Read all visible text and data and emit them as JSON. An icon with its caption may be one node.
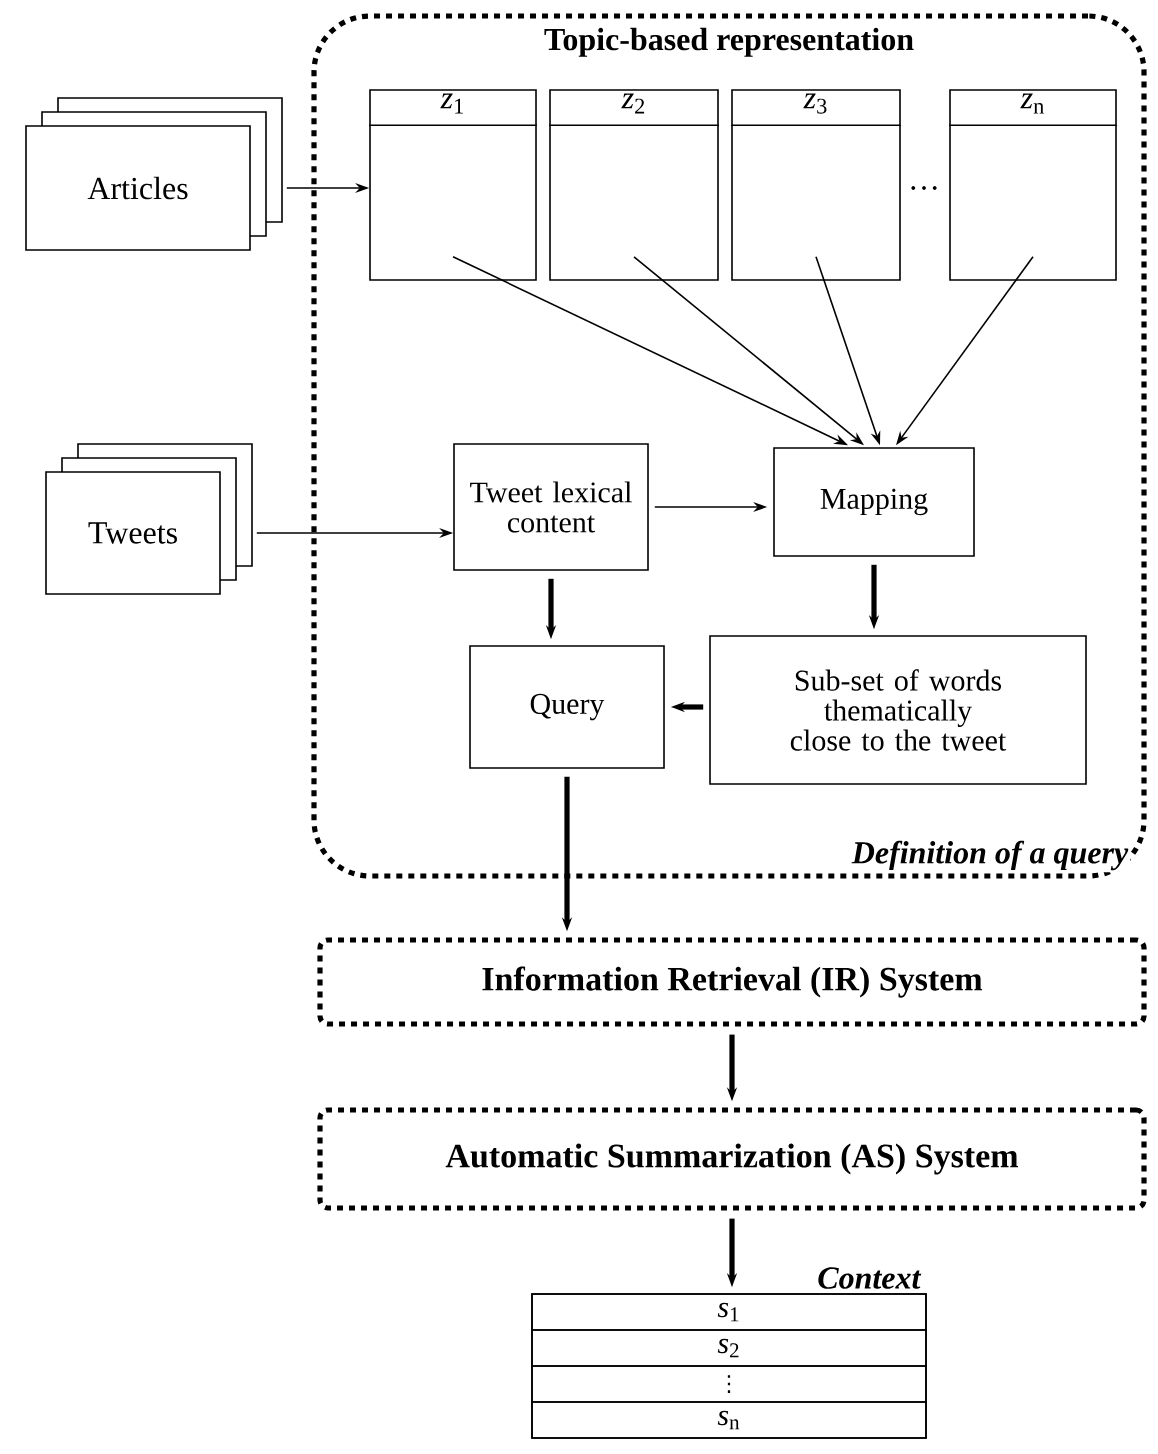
{
  "diagram": {
    "nodes": [
      {
        "text": [
          "Topic-based representation",
          "Definition of a query"
        ]
      },
      {
        "text": [
          "Articles"
        ]
      },
      {
        "text": [
          "*z*$_{1}$"
        ],
        "in": 0
      },
      {
        "text": [
          "*z*$_{2}$"
        ],
        "in": 0
      },
      {
        "text": [
          "*z*$_{3}$"
        ],
        "in": 0
      },
      {
        "text": [
          "*z*$_{n}$"
        ],
        "in": 0
      },
      {
        "text": [
          "Tweets"
        ]
      },
      {
        "text": [
          "Tweet lexical content"
        ],
        "in": 0
      },
      {
        "text": [
          "Mapping"
        ],
        "in": 0
      },
      {
        "text": [
          "Query"
        ],
        "in": 0
      },
      {
        "text": [
          "Sub-set of words thematically close to the tweet"
        ],
        "in": 0
      },
      {
        "text": [
          "Information Retrieval (IR) System"
        ]
      },
      {
        "text": [
          "Automatic Summarization (AS) System"
        ]
      },
      {
        "text": [
          "Context"
        ]
      },
      {
        "text": [
          "*s*$_{1}$"
        ],
        "in": 13
      },
      {
        "text": [
          "*s*$_{2}$"
        ],
        "in": 13
      },
      {
        "text": [
          "⋮"
        ],
        "in": 13
      },
      {
        "text": [
          "*s*$_{n}$"
        ],
        "in": 13
      }
    ],
    "edges": [
      {
        "from": 1,
        "to": 2,
        "arrow": "to"
      },
      {
        "from": 2,
        "to": 8,
        "arrow": "to"
      },
      {
        "from": 3,
        "to": 8,
        "arrow": "to"
      },
      {
        "from": 4,
        "to": 8,
        "arrow": "to"
      },
      {
        "from": 5,
        "to": 8,
        "arrow": "to"
      },
      {
        "from": 6,
        "to": 7,
        "arrow": "to"
      },
      {
        "from": 7,
        "to": 8,
        "arrow": "to"
      },
      {
        "from": 7,
        "to": 9,
        "arrow": "to",
        "style": "thick"
      },
      {
        "from": 8,
        "to": 10,
        "arrow": "to",
        "style": "thick"
      },
      {
        "from": 10,
        "to": 9,
        "arrow": "to",
        "style": "thick"
      },
      {
        "from": 9,
        "to": 11,
        "arrow": "to",
        "style": "thick"
      },
      {
        "from": 11,
        "to": 12,
        "arrow": "to",
        "style": "thick"
      },
      {
        "from": 12,
        "to": 13,
        "arrow": "to",
        "style": "thick"
      }
    ],
    "labels": [
      "…"
    ]
  }
}
